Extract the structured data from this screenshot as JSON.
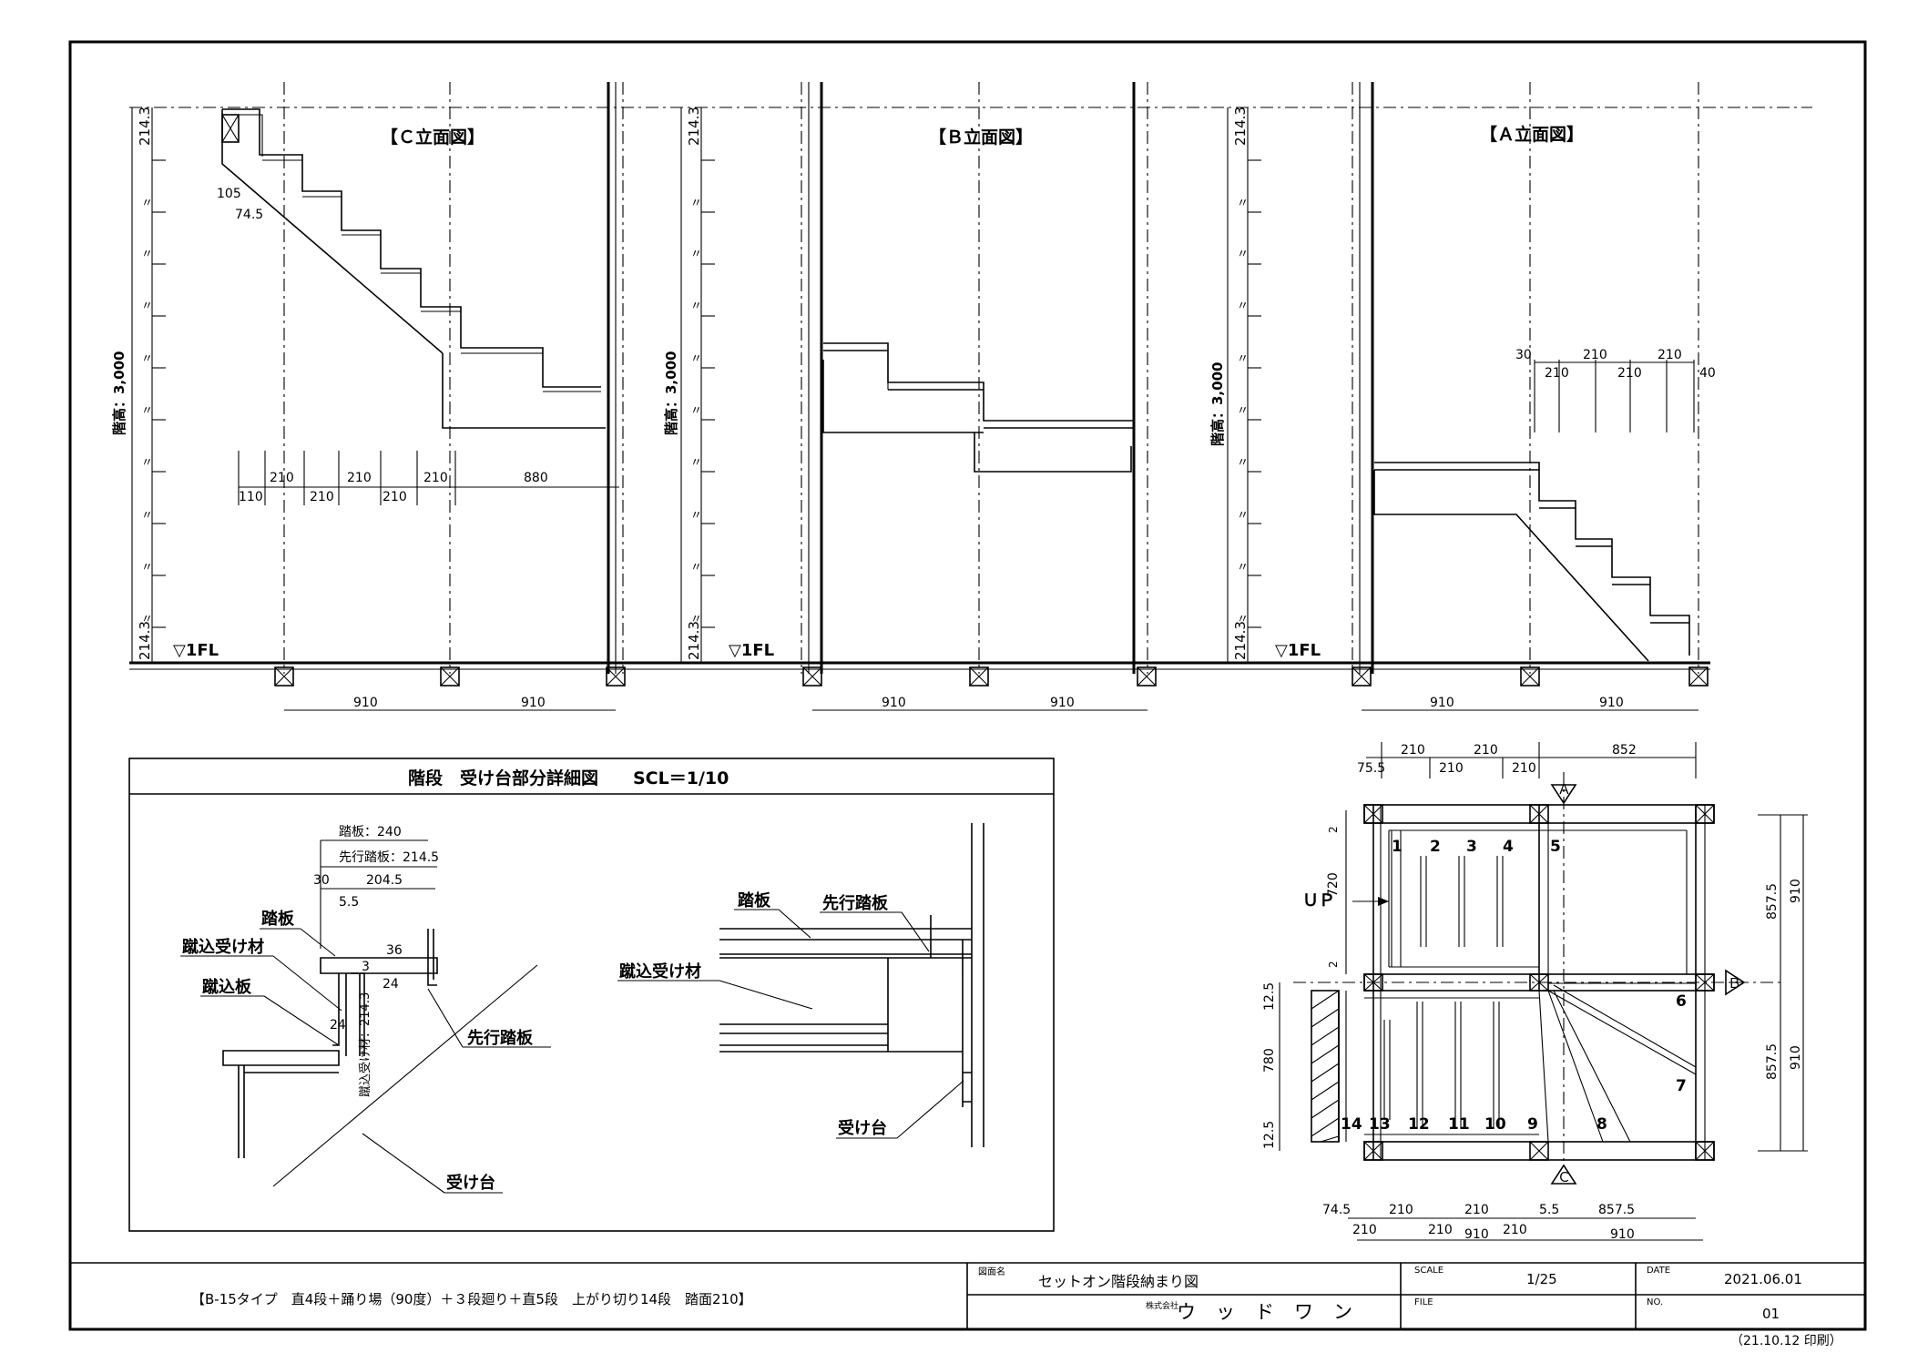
{
  "elevations": {
    "c_title": "【Ｃ立面図】",
    "b_title": "【Ｂ立面図】",
    "a_title": "【Ａ立面図】",
    "floor_height": "階高：3,000",
    "fl_label": "▽1FL",
    "riser_top": "214.3",
    "riser_bottom": "214.3",
    "ditto": "〃",
    "grid_span": "910",
    "c_dim_105": "105",
    "c_dim_745": "74.5",
    "c_dim_210": "210",
    "c_dim_110": "110",
    "c_dim_880": "880",
    "a_dim_30": "30",
    "a_dim_40": "40"
  },
  "detail": {
    "title": "階段　受け台部分詳細図　　SCL＝1/10",
    "tread_240": "踏板：240",
    "leading_2145": "先行踏板：214.5",
    "dim_30": "30",
    "dim_2045": "204.5",
    "dim_55": "5.5",
    "dim_36": "36",
    "dim_3": "3",
    "dim_24a": "24",
    "dim_24b": "24",
    "riser_support_214": "蹴込受け材：214.3",
    "label_tread": "踏板",
    "label_riser_support": "蹴込受け材",
    "label_riser_board": "蹴込板",
    "label_leading_tread": "先行踏板",
    "label_support_base": "受け台",
    "r_tread": "踏板",
    "r_leading": "先行踏板",
    "r_riser_support": "蹴込受け材",
    "r_support_base": "受け台"
  },
  "plan": {
    "top_dims": [
      "210",
      "210",
      "852"
    ],
    "top_dims2": [
      "75.5",
      "210",
      "210"
    ],
    "right_dims": [
      "857.5",
      "910",
      "857.5",
      "910"
    ],
    "left_dims": [
      "720",
      "2",
      "2",
      "12.5",
      "780",
      "12.5"
    ],
    "bottom_dims": [
      "74.5",
      "210",
      "210",
      "5.5",
      "857.5"
    ],
    "bottom_dims2": [
      "210",
      "210",
      "910",
      "210",
      "910"
    ],
    "up_label": "ＵＰ",
    "marker_a": "Ａ",
    "marker_b": "Ｂ",
    "marker_c": "Ｃ",
    "steps": [
      "1",
      "2",
      "3",
      "4",
      "5",
      "6",
      "7",
      "8",
      "9",
      "10",
      "11",
      "12",
      "13",
      "14"
    ]
  },
  "title_block": {
    "description": "【B-15タイプ　直4段＋踊り場（90度）＋３段廻り＋直5段　上がり切り14段　踏面210】",
    "drawing_name_label": "図面名",
    "drawing_name": "セットオン階段納まり図",
    "company_prefix": "株式会社",
    "company": "ウッドワン",
    "scale_label": "SCALE",
    "scale": "1/25",
    "file_label": "FILE",
    "file": "",
    "date_label": "DATE",
    "date": "2021.06.01",
    "no_label": "NO.",
    "no": "01",
    "printed": "（21.10.12 印刷）"
  }
}
